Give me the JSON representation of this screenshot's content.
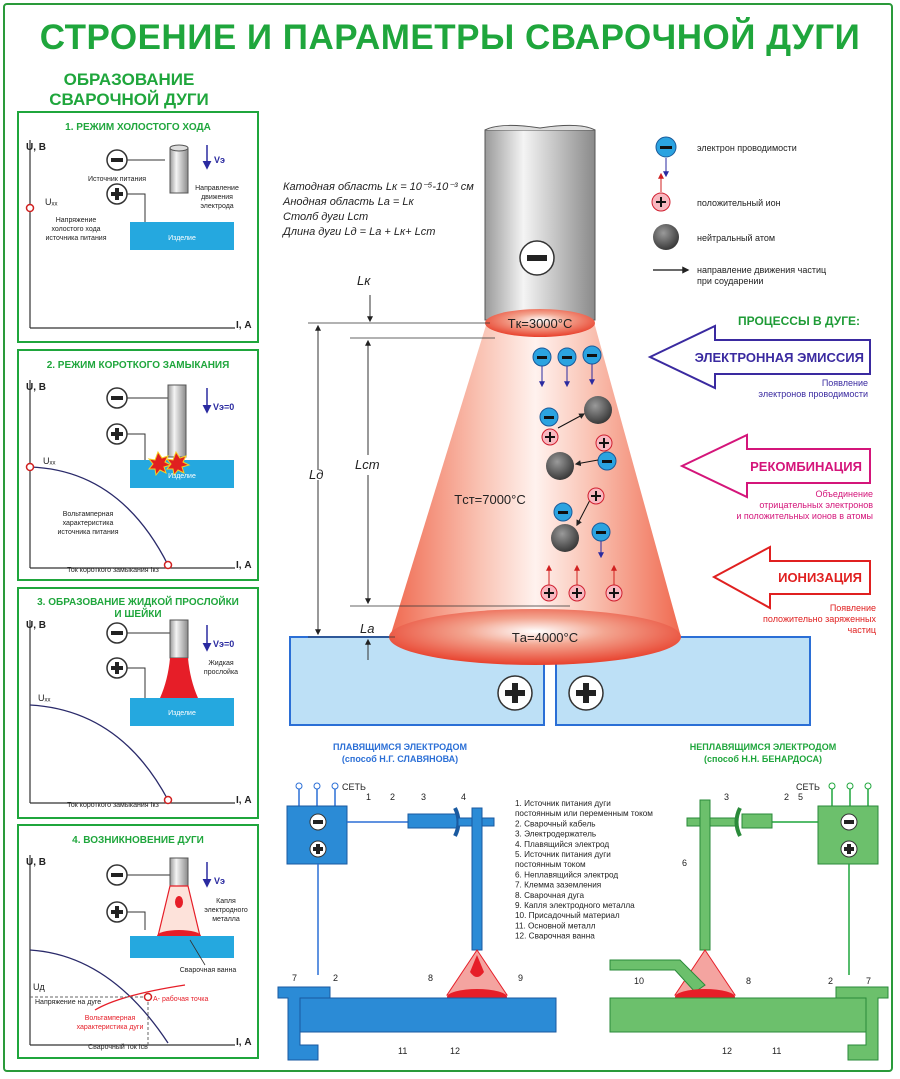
{
  "colors": {
    "green": "#1fa63c",
    "blue": "#2b6fd6",
    "red": "#e0202a",
    "purple": "#4a2aa0",
    "magenta": "#d4157a",
    "lightblue": "#4fb6e6",
    "processGreen": "#1e9b36"
  },
  "title": "СТРОЕНИЕ И ПАРАМЕТРЫ СВАРОЧНОЙ ДУГИ",
  "formation": {
    "title_line1": "ОБРАЗОВАНИЕ",
    "title_line2": "СВАРОЧНОЙ ДУГИ",
    "panel1": {
      "title": "1. РЕЖИМ ХОЛОСТОГО ХОДА",
      "u_axis": "U, В",
      "i_axis": "I, А",
      "uxx": "Uₓₓ",
      "uxx_note_1": "Напряжение",
      "uxx_note_2": "холостого хода",
      "uxx_note_3": "источника питания",
      "source": "Источник питания",
      "v": "Vэ",
      "dir_1": "Направление",
      "dir_2": "движения",
      "dir_3": "электрода",
      "work": "Изделие"
    },
    "panel2": {
      "title": "2. РЕЖИМ КОРОТКОГО ЗАМЫКАНИЯ",
      "u_axis": "U, В",
      "i_axis": "I, А",
      "uxx": "Uₓₓ",
      "v": "Vэ=0",
      "work": "Изделие",
      "vac_1": "Вольтамперная",
      "vac_2": "характеристика",
      "vac_3": "источника питания",
      "short": "Ток короткого замыкания Iкз"
    },
    "panel3": {
      "title_1": "3. ОБРАЗОВАНИЕ ЖИДКОЙ ПРОСЛОЙКИ",
      "title_2": "И ШЕЙКИ",
      "u_axis": "U, В",
      "i_axis": "I, А",
      "uxx": "Uₓₓ",
      "v": "Vэ=0",
      "layer_1": "Жидкая",
      "layer_2": "прослойка",
      "work": "Изделие",
      "short": "Ток короткого замыкания Iкз"
    },
    "panel4": {
      "title": "4. ВОЗНИКНОВЕНИЕ ДУГИ",
      "u_axis": "U, В",
      "i_axis": "I, А",
      "ud": "Uд",
      "v": "Vэ",
      "drop_1": "Капля",
      "drop_2": "электродного",
      "drop_3": "металла",
      "pool": "Сварочная ванна",
      "arc_v": "Напряжение на дуге",
      "point": "А- рабочая точка",
      "vac_1": "Вольтамперная",
      "vac_2": "характеристика дуги",
      "current": "Сварочный ток Iсв"
    }
  },
  "arc": {
    "params_1": "Катодная область Lк = 10⁻⁵-10⁻³ см",
    "params_2": "Анодная область Lа = Lк",
    "params_3": "Столб дуги Lст",
    "params_4": "Длина дуги Lд = Lа + Lк+ Lст",
    "lk": "Lк",
    "ld": "Lд",
    "lst": "Lст",
    "la": "Lа",
    "tk": "Tк=3000°С",
    "tst": "Tст=7000°С",
    "ta": "Tа=4000°С"
  },
  "legend": {
    "electron": "электрон проводимости",
    "ion": "положительный ион",
    "atom": "нейтральный атом",
    "arrow_1": "направление движения частиц",
    "arrow_2": "при соударении"
  },
  "processes": {
    "title": "ПРОЦЕССЫ В ДУГЕ:",
    "emission": "ЭЛЕКТРОННАЯ ЭМИССИЯ",
    "emission_note_1": "Появление",
    "emission_note_2": "электронов проводимости",
    "recomb": "РЕКОМБИНАЦИЯ",
    "recomb_note_1": "Объединение",
    "recomb_note_2": "отрицательных электронов",
    "recomb_note_3": "и положительных ионов в атомы",
    "ioniz": "ИОНИЗАЦИЯ",
    "ioniz_note_1": "Появление",
    "ioniz_note_2": "положительно заряженных",
    "ioniz_note_3": "частиц"
  },
  "schemes": {
    "left_title": "ПЛАВЯЩИМСЯ ЭЛЕКТРОДОМ",
    "left_sub": "(способ Н.Г. СЛАВЯНОВА)",
    "right_title": "НЕПЛАВЯЩИМСЯ ЭЛЕКТРОДОМ",
    "right_sub": "(способ Н.Н. БЕНАРДОСА)",
    "net": "СЕТЬ",
    "legend": [
      "1. Источник питания дуги",
      "постоянным или переменным током",
      "2. Сварочный кабель",
      "3. Электродержатель",
      "4. Плавящийся электрод",
      "5. Источник питания дуги",
      "постоянным током",
      "6. Неплавящийся электрод",
      "7. Клемма заземления",
      "8. Сварочная дуга",
      "9. Капля электродного металла",
      "10. Присадочный материал",
      "11. Основной металл",
      "12. Сварочная ванна"
    ],
    "nums": {
      "n1": "1",
      "n2": "2",
      "n3": "3",
      "n4": "4",
      "n5": "5",
      "n6": "6",
      "n7": "7",
      "n8": "8",
      "n9": "9",
      "n10": "10",
      "n11": "11",
      "n12": "12"
    }
  }
}
